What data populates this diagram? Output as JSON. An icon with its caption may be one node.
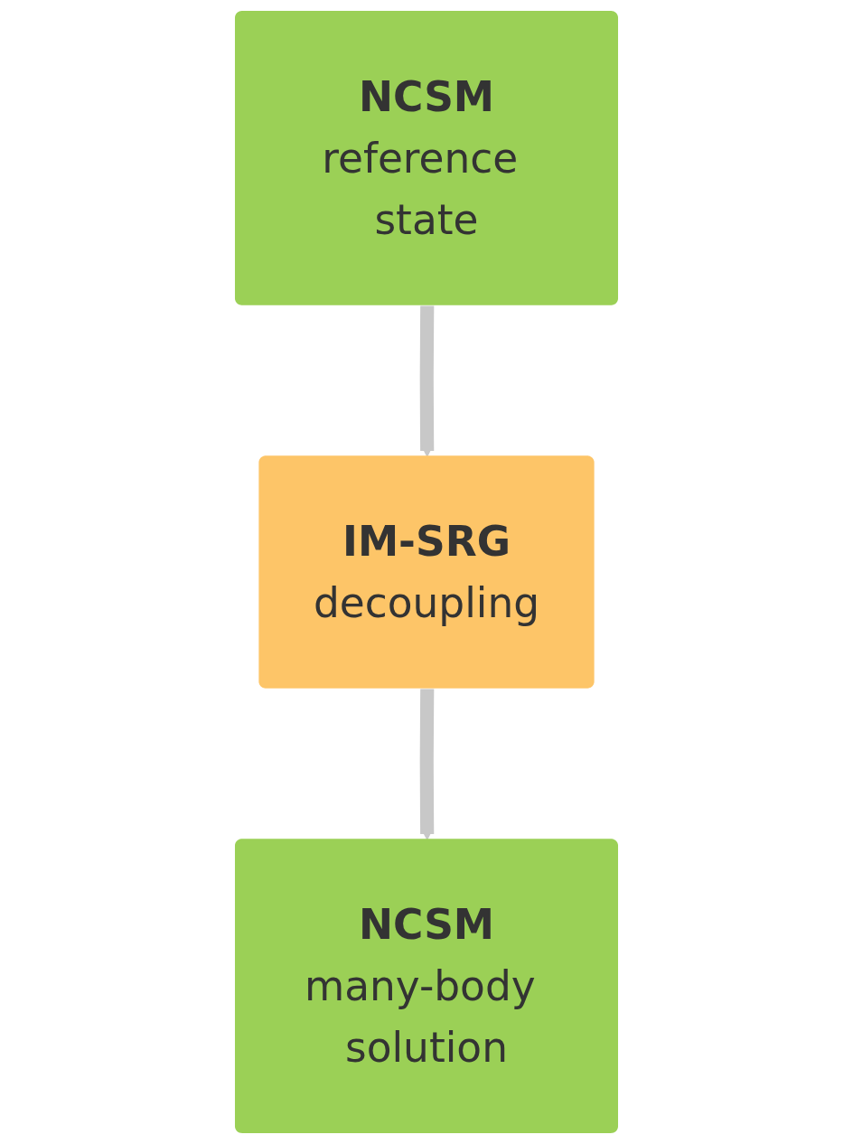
{
  "diagram": {
    "nodes": [
      {
        "text": [
          "NCSM",
          "reference state"
        ]
      },
      {
        "text": [
          "IM-SRG",
          "decoupling"
        ]
      },
      {
        "text": [
          "NCSM",
          "many-body solution"
        ]
      }
    ],
    "edges": [
      {
        "from": 0,
        "to": 1,
        "arrow": "to"
      },
      {
        "from": 1,
        "to": 2,
        "arrow": "to"
      }
    ]
  }
}
